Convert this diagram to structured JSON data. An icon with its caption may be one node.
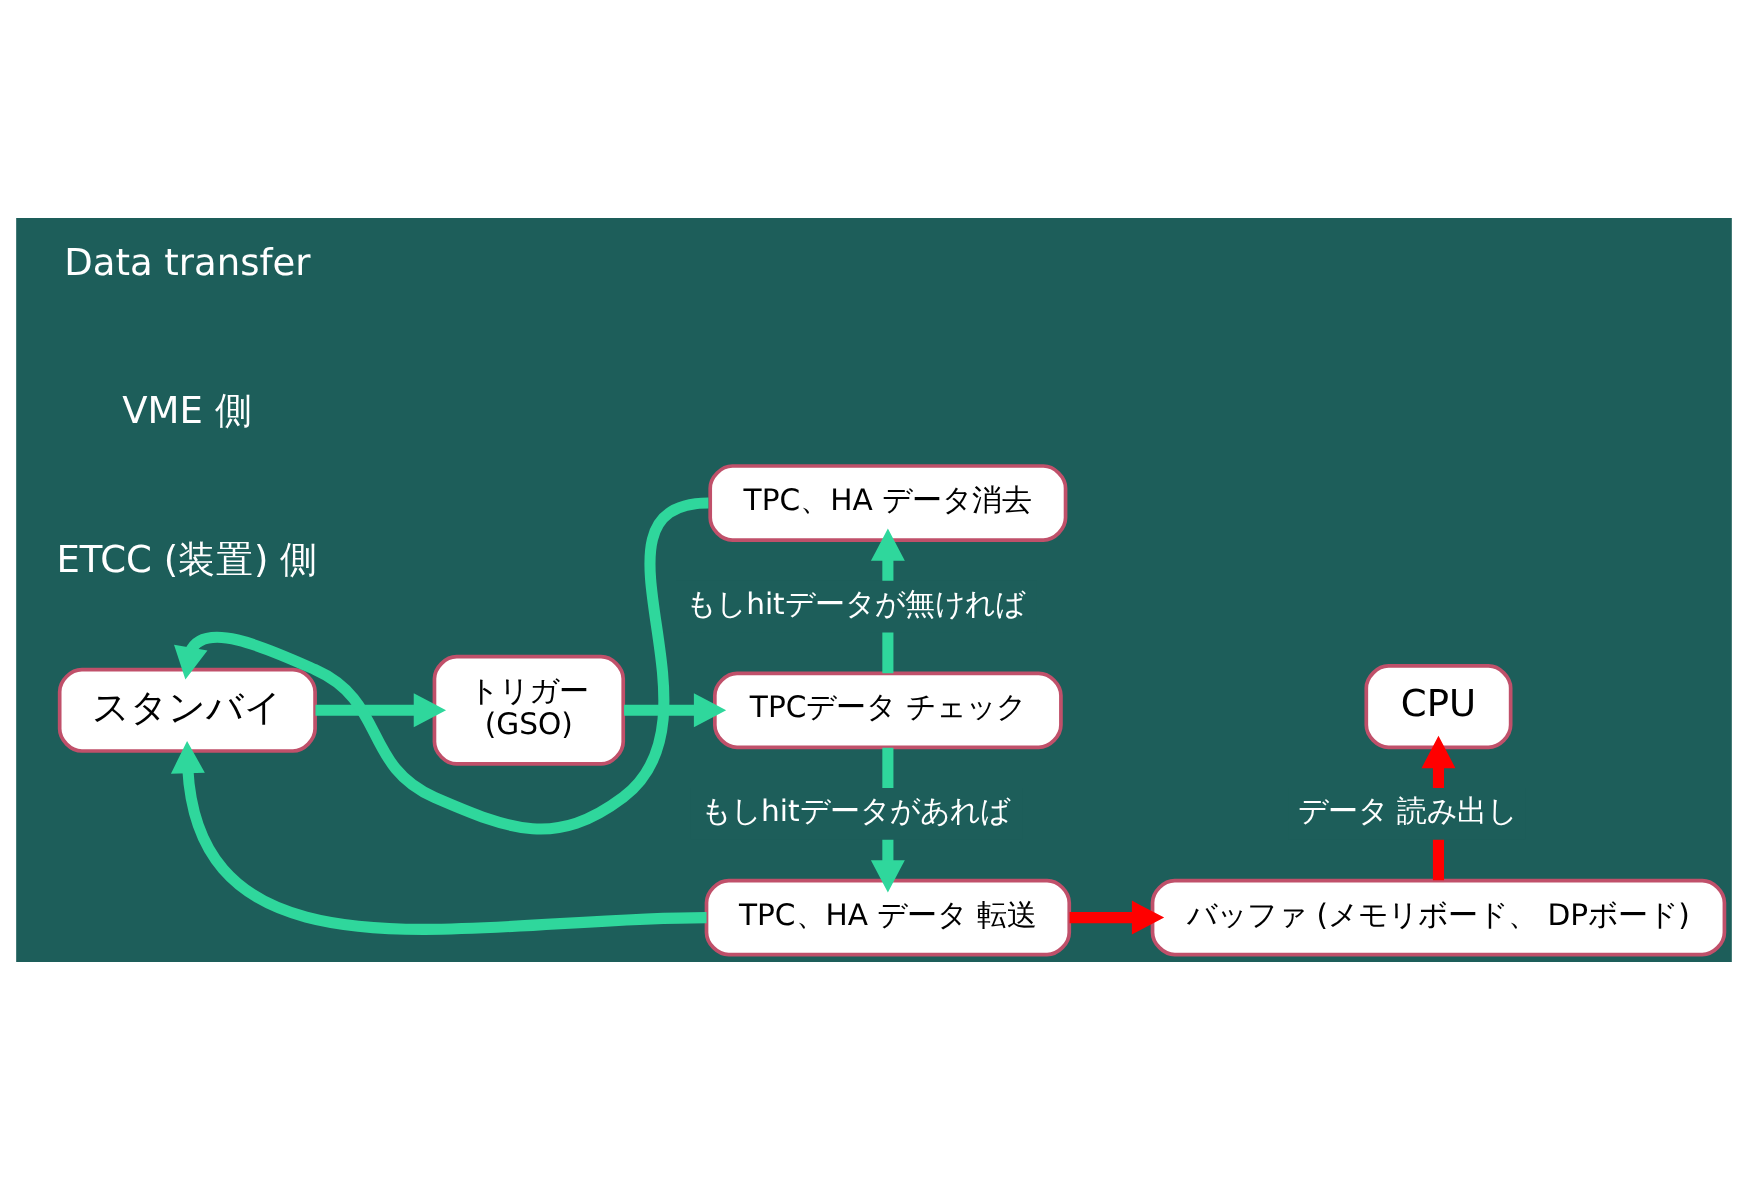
{
  "diagram": {
    "nodes": [
      {
        "text": [
          "スタンバイ"
        ]
      },
      {
        "text": [
          "トリガー",
          "(GSO)"
        ]
      },
      {
        "text": [
          "TPCデータ チェック"
        ]
      },
      {
        "text": [
          "TPC、HA データ消去"
        ]
      },
      {
        "text": [
          "TPC、HA データ 転送"
        ]
      },
      {
        "text": [
          "バッファ (メモリボード、 DPボード)"
        ]
      },
      {
        "text": [
          "CPU"
        ]
      }
    ],
    "edges": [
      {
        "from": 3,
        "to": 0,
        "arrow": "to"
      },
      {
        "from": 0,
        "to": 1,
        "arrow": "to"
      },
      {
        "from": 1,
        "to": 2,
        "arrow": "to"
      },
      {
        "from": 2,
        "to": 3,
        "arrow": "to",
        "label": "もしhitデータが無ければ"
      },
      {
        "from": 2,
        "to": 4,
        "arrow": "to",
        "label": "もしhitデータがあれば"
      },
      {
        "from": 4,
        "to": 0,
        "arrow": "to"
      },
      {
        "from": 4,
        "to": 5,
        "arrow": "to",
        "color": "#ff0000"
      },
      {
        "from": 5,
        "to": 6,
        "arrow": "to",
        "color": "#ff0000",
        "label": "データ 読み出し"
      }
    ],
    "labels": [
      "ETCC (装置) 側",
      "VME 側",
      "Data transfer"
    ]
  }
}
